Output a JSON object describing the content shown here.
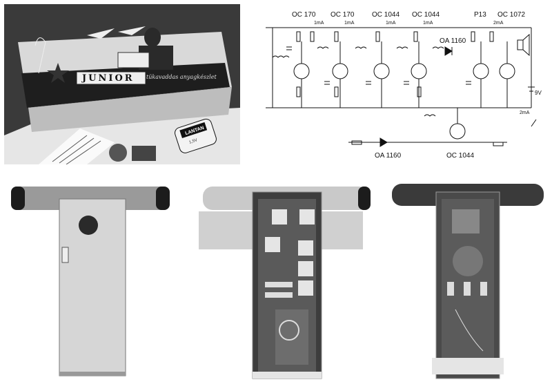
{
  "box_photo": {
    "brand_text": "JUNIOR",
    "subtitle_text": "tükavaddas anyagkészlet",
    "battery_brand": "LANTAN",
    "battery_value": "1,5V"
  },
  "schematic": {
    "top_transistor_labels": [
      "OC 170",
      "OC 170",
      "OC 1044",
      "OC 1044",
      "P13",
      "OC 1072"
    ],
    "diode_labels": [
      "OA 1160",
      "OA 1160"
    ],
    "bottom_transistor_label": "OC 1044",
    "supply_label": "9V",
    "current_labels": [
      "1mA",
      "1mA",
      "1mA",
      "1mA",
      "2mA",
      "2mA"
    ]
  },
  "photos": {
    "assembled_front": "assembled receiver front view",
    "open_top": "open housing showing coils",
    "open_bottom": "open housing showing wiring"
  },
  "colors": {
    "background": "#ffffff",
    "photo_gray": "#cfcfcf",
    "dark": "#1a1a1a"
  }
}
